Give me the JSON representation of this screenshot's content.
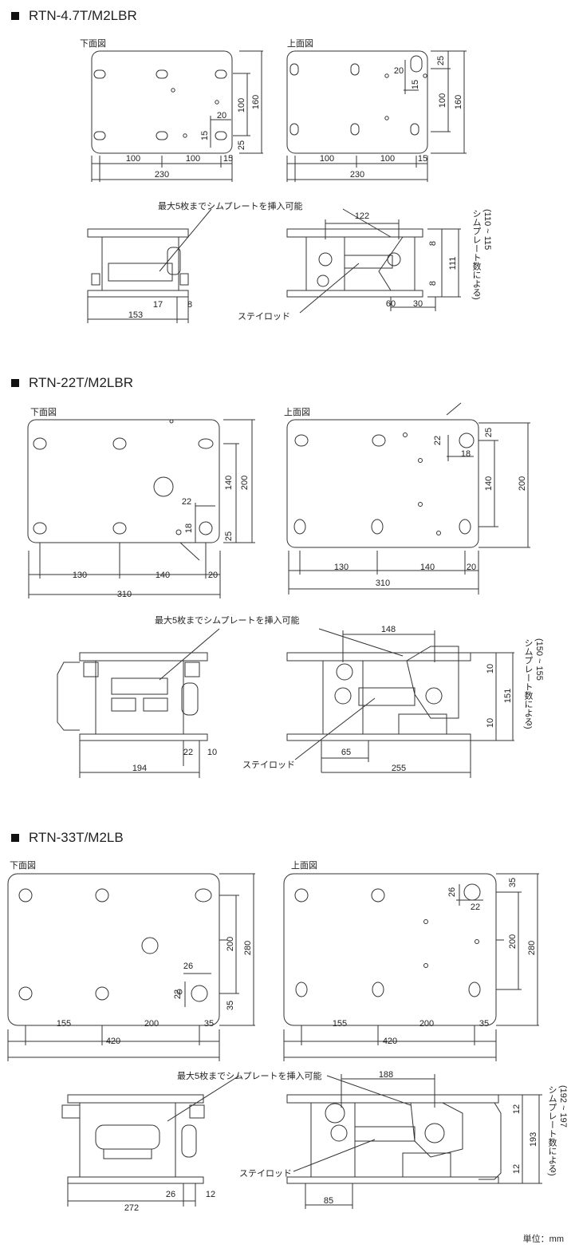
{
  "models": [
    {
      "title": "RTN-4.7T/M2LBR",
      "bottom_view_label": "下面図",
      "top_view_label": "上面図",
      "bottom_dims": {
        "hole_pitch_a": "100",
        "hole_pitch_b": "100",
        "edge": "15",
        "total_width": "230",
        "height_inner": "100",
        "height_total": "160",
        "small_a": "20",
        "small_b": "15",
        "small_c": "25"
      },
      "top_dims": {
        "hole_pitch_a": "100",
        "hole_pitch_b": "100",
        "edge": "15",
        "total_width": "230",
        "height_inner": "100",
        "height_total": "160",
        "small_a": "20",
        "small_b": "15",
        "small_c": "25"
      },
      "shim_note": "最大5枚までシムプレートを挿入可能",
      "stay_rod_label": "ステイロッド",
      "side_dims": {
        "span": "122",
        "left_width": "153",
        "a": "17",
        "b": "8",
        "c": "60",
        "d": "30",
        "e": "8",
        "f": "8",
        "height": "111"
      },
      "height_note": "(110 ~ 115\nシムプレート数による)"
    },
    {
      "title": "RTN-22T/M2LBR",
      "bottom_view_label": "下面図",
      "top_view_label": "上面図",
      "bottom_dims": {
        "hole_pitch_a": "130",
        "hole_pitch_b": "140",
        "edge": "20",
        "total_width": "310",
        "height_inner": "140",
        "height_total": "200",
        "small_a": "22",
        "small_b": "18",
        "small_c": "25"
      },
      "top_dims": {
        "hole_pitch_a": "130",
        "hole_pitch_b": "140",
        "edge": "20",
        "total_width": "310",
        "height_inner": "140",
        "height_total": "200",
        "small_a": "22",
        "small_b": "18",
        "small_c": "25"
      },
      "shim_note": "最大5枚までシムプレートを挿入可能",
      "stay_rod_label": "ステイロッド",
      "side_dims": {
        "span": "148",
        "left_width": "194",
        "a": "22",
        "b": "10",
        "c": "65",
        "d": "255",
        "e": "10",
        "f": "10",
        "height": "151"
      },
      "height_note": "(150 ~ 155\nシムプレート数による)"
    },
    {
      "title": "RTN-33T/M2LB",
      "bottom_view_label": "下面図",
      "top_view_label": "上面図",
      "bottom_dims": {
        "hole_pitch_a": "155",
        "hole_pitch_b": "200",
        "edge": "35",
        "total_width": "420",
        "height_inner": "200",
        "height_total": "280",
        "small_a": "26",
        "small_b": "22",
        "small_c": "35"
      },
      "top_dims": {
        "hole_pitch_a": "155",
        "hole_pitch_b": "200",
        "edge": "35",
        "total_width": "420",
        "height_inner": "200",
        "height_total": "280",
        "small_a": "26",
        "small_b": "22",
        "small_c": "35"
      },
      "shim_note": "最大5枚までシムプレートを挿入可能",
      "stay_rod_label": "ステイロッド",
      "side_dims": {
        "span": "188",
        "left_width": "272",
        "a": "26",
        "b": "12",
        "c": "85",
        "d": "",
        "e": "12",
        "f": "12",
        "height": "193"
      },
      "height_note": "(192 ~ 197\nシムプレート数による)"
    }
  ],
  "unit_label": "単位：mm"
}
